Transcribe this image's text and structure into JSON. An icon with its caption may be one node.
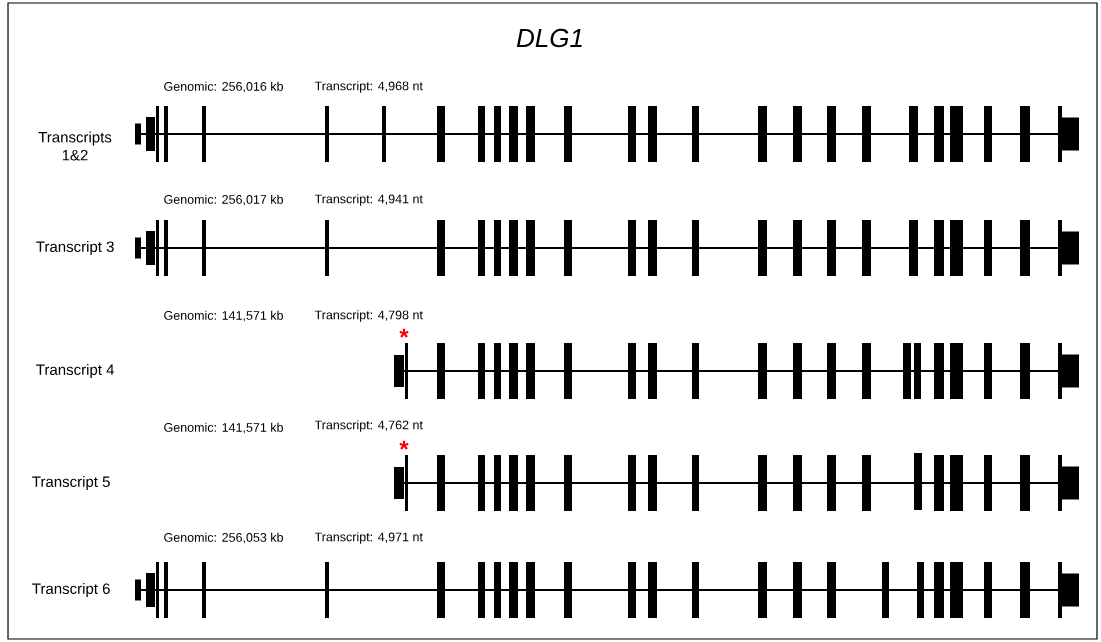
{
  "diagram": {
    "title": "DLG1",
    "labels": [
      "Genomic: 256,016 kb",
      "Transcript: 4,968 nt",
      "Transcripts 1&2",
      "Genomic: 256,017 kb",
      "Transcript: 4,941 nt",
      "Transcript 3",
      "Genomic: 141,571 kb",
      "Transcript: 4,798 nt",
      "*",
      "Transcript 4",
      "Genomic: 141,571 kb",
      "Transcript: 4,762 nt",
      "*",
      "Transcript 5",
      "Genomic: 256,053 kb",
      "Transcript: 4,971 nt",
      "Transcript 6"
    ]
  }
}
